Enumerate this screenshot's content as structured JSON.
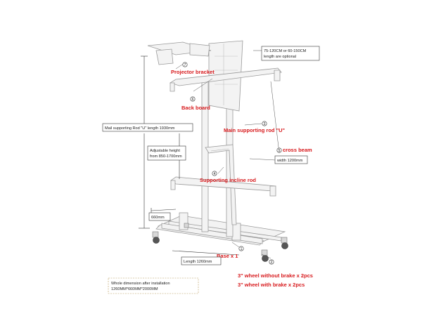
{
  "labels": {
    "projector_bracket": "Projector bracket",
    "back_board": "Back board",
    "main_supporting_rod": "Main supporting rod \"U\"",
    "cross_beam": "cross beam",
    "supporting_incline_rod": "Supporting incline rod",
    "base": "Base x 1",
    "wheel_without_brake": "3\" wheel without brake x 2pcs",
    "wheel_with_brake": "3\" wheel with brake x 2pcs"
  },
  "callout_numbers": [
    "7",
    "6",
    "3",
    "5",
    "4",
    "1",
    "2"
  ],
  "boxes": {
    "length_optional_line1": "75-120CM or 60-150CM",
    "length_optional_line2": "length are optional",
    "mail_rod_length": "Mail supporting Rod \"U\" length 1930mm",
    "adjustable_height_line1": "Adjustable height",
    "adjustable_height_line2": "from 850-1700mm",
    "width": "width 1200mm",
    "depth": "660mm",
    "length": "Length 1260mm",
    "whole_dimension_line1": "Whole dimension after installation",
    "whole_dimension_line2": "1260MM*660MM*2000MM"
  },
  "colors": {
    "label_red": "#d7191c",
    "frame_gray": "#f3f3f3",
    "outline": "#9a9a9a"
  }
}
